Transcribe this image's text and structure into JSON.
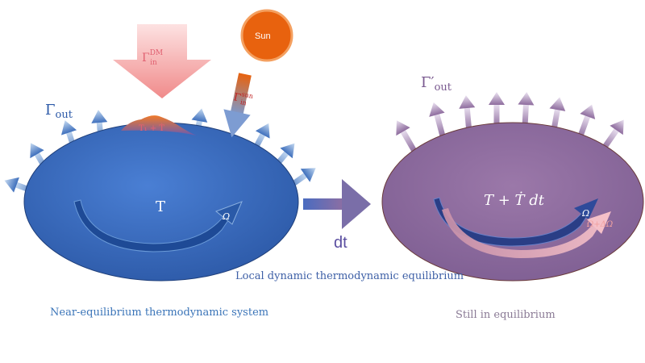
{
  "left_system": {
    "temperature": "T",
    "outflow": "Γout",
    "rotation": "Ω",
    "bump_label": "T₁ + Ṫ"
  },
  "inflows": {
    "dark_matter": "ΓinDM",
    "sun": "Γinsun",
    "sun_label": "Sun"
  },
  "transition": {
    "dt": "dt"
  },
  "right_system": {
    "temperature": "T + Ṫ dt",
    "outflow": "Γ′out",
    "rotation": "Ω",
    "rotation_delta": "Ω+ΔΩ"
  },
  "captions": {
    "left": "Near-equilibrium thermodynamic system",
    "middle": "Local dynamic thermodynamic equilibrium",
    "right": "Still in equilibrium"
  },
  "colors": {
    "left_body": "#3b6cc0",
    "right_body": "#8e6c9e",
    "dm_arrow": "#f09a9a",
    "sun": "#e8620e",
    "out_arrow_left": "#5a8ed0",
    "out_arrow_right": "#a48ab8",
    "transition_arrow": "#7a6ea8"
  }
}
